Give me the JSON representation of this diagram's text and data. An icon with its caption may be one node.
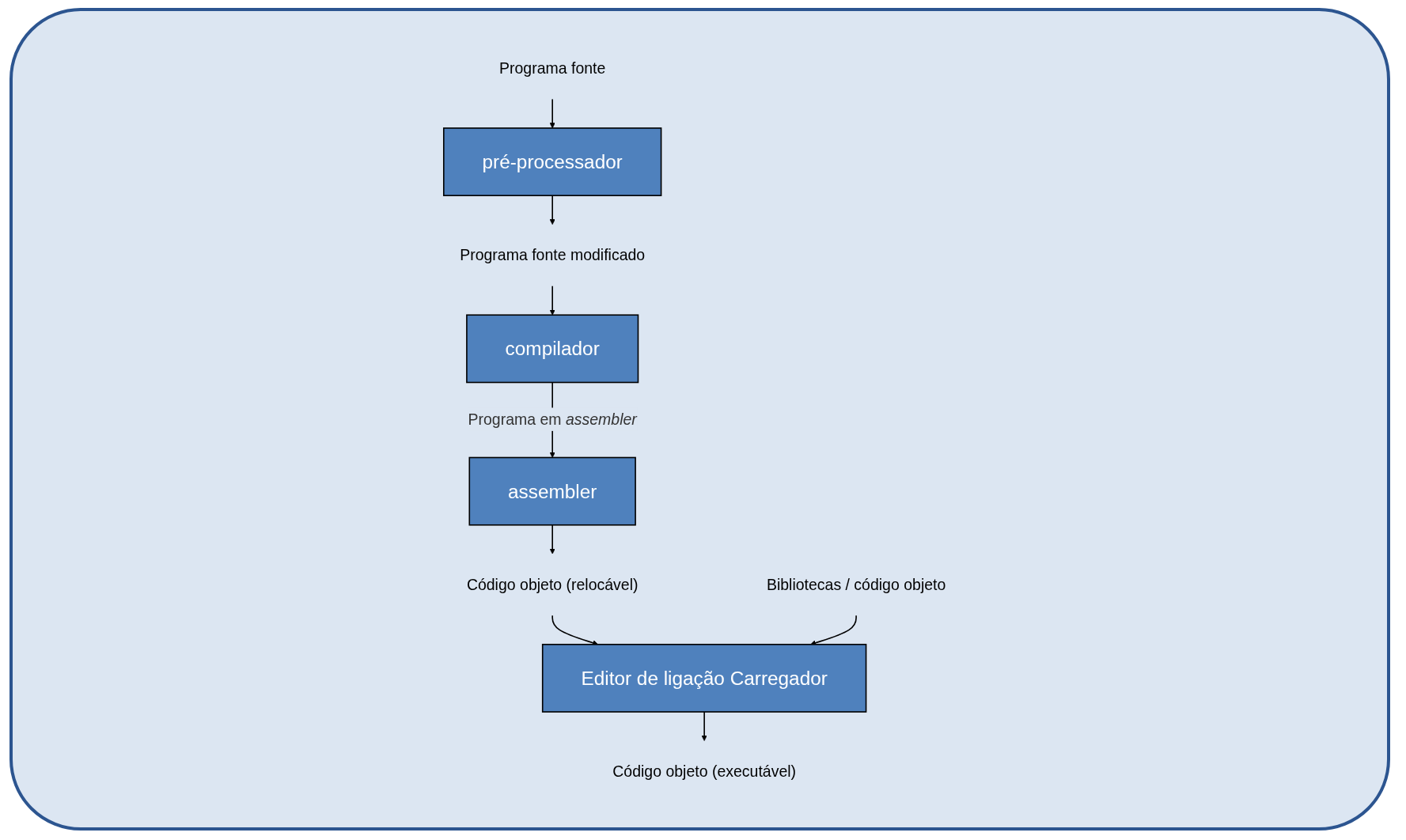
{
  "diagram": {
    "nodes": [
      {
        "text": [
          "Programa fonte"
        ]
      },
      {
        "text": [
          "pré-processador"
        ]
      },
      {
        "text": [
          "Programa fonte modificado"
        ]
      },
      {
        "text": [
          "compilador"
        ]
      },
      {
        "text": [
          "assembler"
        ]
      },
      {
        "text": [
          "Código objeto (relocável)"
        ]
      },
      {
        "text": [
          "Editor de ligação Carregador"
        ]
      },
      {
        "text": [
          "Bibliotecas / código objeto"
        ]
      },
      {
        "text": [
          "Código objeto (executável)"
        ]
      }
    ],
    "edges": [
      {
        "from": 0,
        "to": 1,
        "arrow": "to"
      },
      {
        "from": 1,
        "to": 2,
        "arrow": "to"
      },
      {
        "from": 2,
        "to": 3,
        "arrow": "to"
      },
      {
        "from": 3,
        "to": 4,
        "arrow": "to",
        "label": "Programa em *assembler*"
      },
      {
        "from": 4,
        "to": 5,
        "arrow": "to"
      },
      {
        "from": 5,
        "to": 6,
        "arrow": "to"
      },
      {
        "from": 7,
        "to": 6,
        "arrow": "to"
      },
      {
        "from": 6,
        "to": 8,
        "arrow": "to"
      }
    ]
  }
}
